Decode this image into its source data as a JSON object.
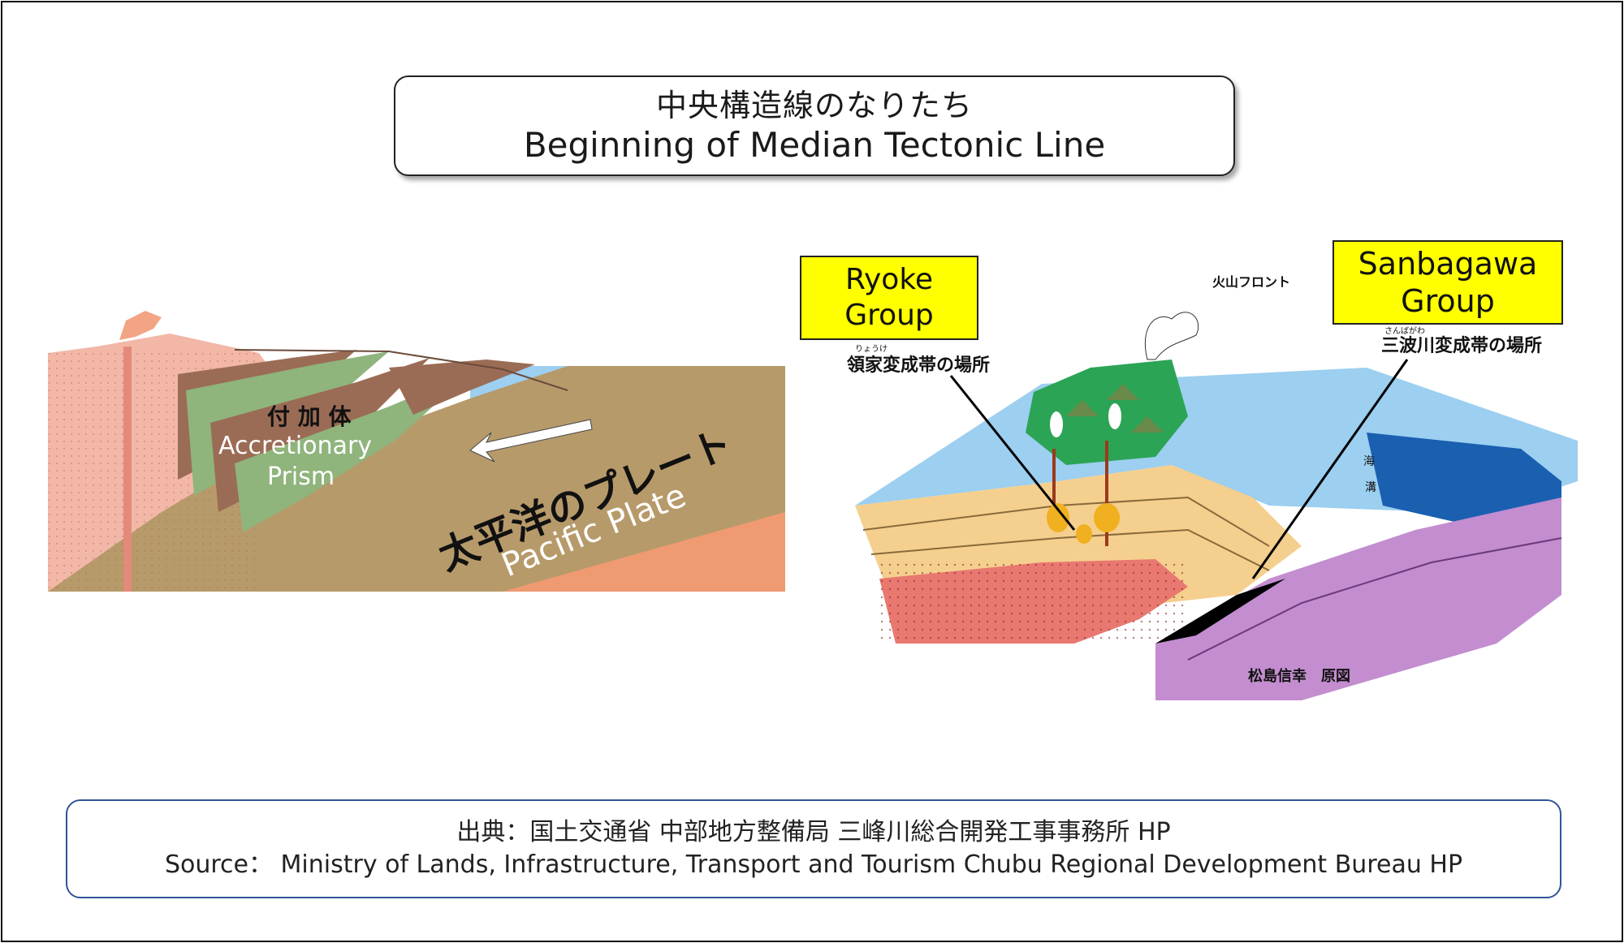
{
  "title": {
    "ja": "中央構造線のなりたち",
    "en": "Beginning of Median Tectonic Line"
  },
  "left_figure": {
    "label_ja_accretionary": "付 加 体",
    "label_en_accretionary_1": "Accretionary",
    "label_en_accretionary_2": "Prism",
    "label_ja_plate": "太平洋のプレート",
    "label_en_plate": "Pacific Plate"
  },
  "right_figure": {
    "volcanic_front": "火山フロント",
    "ryoke_place": "領家変成帯の場所",
    "ryoke_ruby": "りょうけ",
    "sanbagawa_place": "三波川変成帯の場所",
    "sanbagawa_ruby": "さんばがわ",
    "trench_1": "海",
    "trench_2": "溝",
    "credit": "松島信幸　原図"
  },
  "labels": {
    "ryoke_1": "Ryoke",
    "ryoke_2": "Group",
    "sanbagawa_1": "Sanbagawa",
    "sanbagawa_2": "Group"
  },
  "source": {
    "ja": "出典：国土交通省 中部地方整備局 三峰川総合開発工事事務所 HP",
    "en": "Source：  Ministry of Lands, Infrastructure, Transport and Tourism Chubu Regional Development Bureau  HP"
  },
  "colors": {
    "ocean": "#9ccff0",
    "plate_brown": "#b79a6a",
    "prism_green": "#8fb47c",
    "crust_pink": "#f2b7a7",
    "land_green": "#2ca455",
    "label_yellow": "#ffff00",
    "source_border": "#2f5597"
  }
}
